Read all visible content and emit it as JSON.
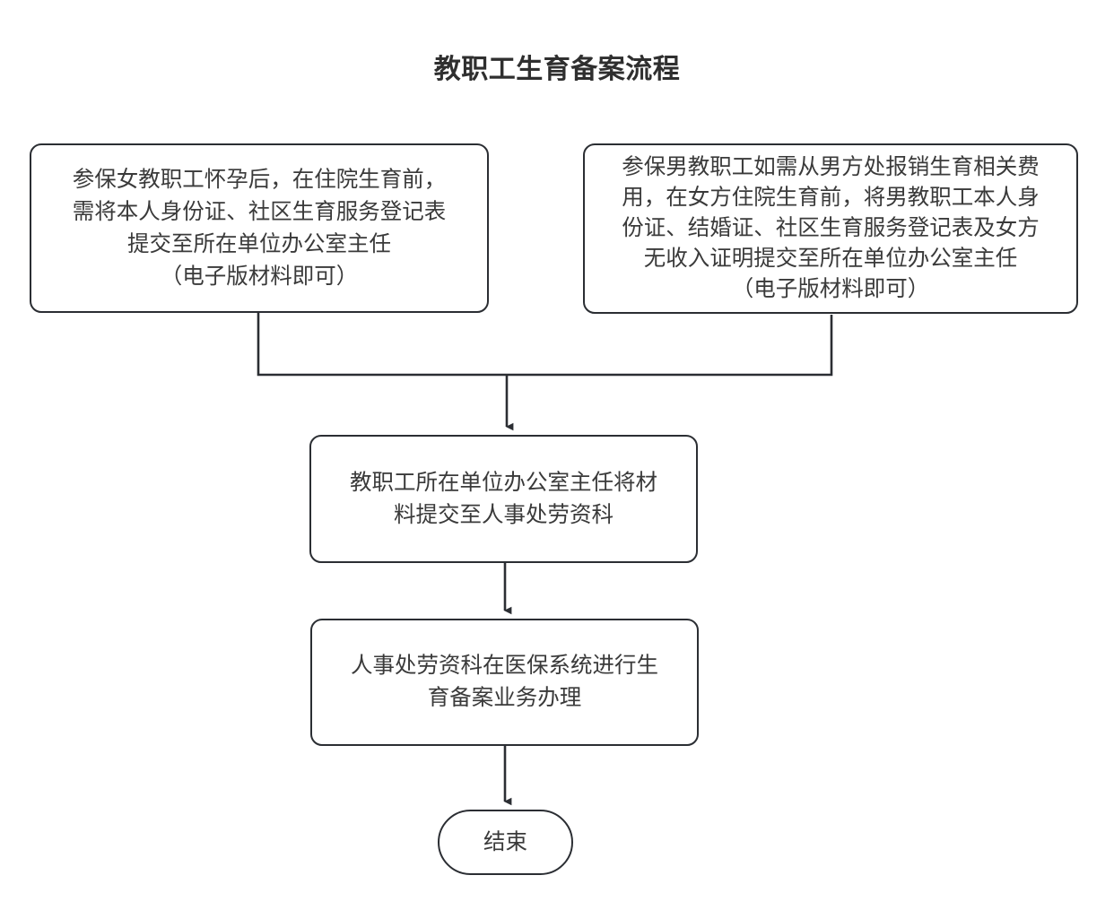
{
  "page": {
    "title": "教职工生育备案流程",
    "background_color": "#ffffff",
    "stroke_color": "#2b2e33",
    "text_color": "#3a3a3a"
  },
  "diagram": {
    "type": "flowchart",
    "orientation": "top-to-bottom",
    "nodes": [
      {
        "id": "female",
        "shape": "rounded-rectangle",
        "text": "参保女教职工怀孕后，在住院生育前，\n需将本人身份证、社区生育服务登记表\n提交至所在单位办公室主任\n（电子版材料即可）"
      },
      {
        "id": "male",
        "shape": "rounded-rectangle",
        "text": "参保男教职工如需从男方处报销生育相关费\n用，在女方住院生育前，将男教职工本人身\n份证、结婚证、社区生育服务登记表及女方\n无收入证明提交至所在单位办公室主任\n（电子版材料即可）"
      },
      {
        "id": "office",
        "shape": "rounded-rectangle",
        "text": "教职工所在单位办公室主任将材\n料提交至人事处劳资科"
      },
      {
        "id": "hr",
        "shape": "rounded-rectangle",
        "text": "人事处劳资科在医保系统进行生\n育备案业务办理"
      },
      {
        "id": "end",
        "shape": "stadium",
        "text": "结束"
      }
    ],
    "edges": [
      {
        "from": "female",
        "to": "office",
        "label": "",
        "arrow": "filled-triangle"
      },
      {
        "from": "male",
        "to": "office",
        "label": "",
        "arrow": "filled-triangle"
      },
      {
        "from": "office",
        "to": "hr",
        "label": "",
        "arrow": "filled-triangle"
      },
      {
        "from": "hr",
        "to": "end",
        "label": "",
        "arrow": "filled-triangle"
      }
    ]
  }
}
